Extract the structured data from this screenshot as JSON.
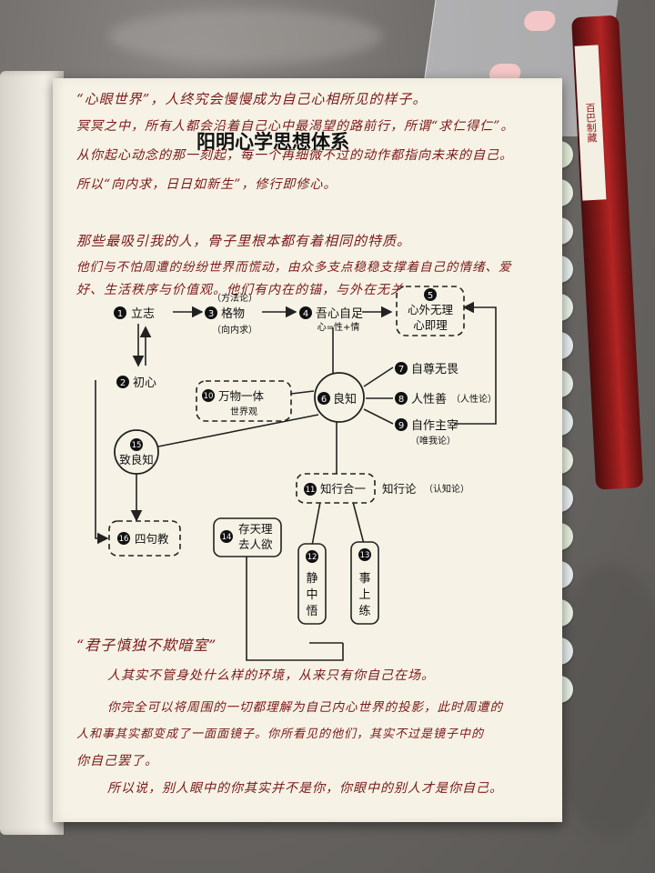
{
  "pen": {
    "brand": "百巴制藏"
  },
  "notes_top": [
    "“心眼世界”，人终究会慢慢成为自己心相所见的样子。",
    "冥冥之中，所有人都会沿着自己心中最渴望的路前行，所谓“求仁得仁”。",
    "从你起心动念的那一刻起，每一个再细微不过的动作都指向未来的自己。",
    "所以“向内求，日日如新生”，修行即修心。"
  ],
  "diagram_title": "阳明心学思想体系",
  "notes_mid": [
    "那些最吸引我的人，骨子里根本都有着相同的特质。",
    "他们与不怕周遭的纷纷世界而慌动，由众多支点稳稳支撑着自己的情绪、爱",
    "好、生活秩序与价值观。他们有内在的锚，与外在无关。"
  ],
  "nodes": {
    "n1": {
      "num": "1",
      "label": "立志"
    },
    "n2": {
      "num": "2",
      "label": "初心"
    },
    "n3": {
      "num": "3",
      "label": "格物",
      "above": "（方法论）",
      "below": "（向内求）"
    },
    "n4": {
      "num": "4",
      "label": "吾心自足",
      "below": "心=性+情"
    },
    "n5": {
      "num": "5",
      "line1": "心外无理",
      "line2": "心即理"
    },
    "n6": {
      "num": "6",
      "label": "良知"
    },
    "n7": {
      "num": "7",
      "label": "自尊无畏"
    },
    "n8": {
      "num": "8",
      "label": "人性善",
      "note": "（人性论）"
    },
    "n9": {
      "num": "9",
      "label": "自作主宰",
      "below": "（唯我论）"
    },
    "n10": {
      "num": "10",
      "label": "万物一体",
      "below": "世界观"
    },
    "n11": {
      "num": "11",
      "label": "知行合一",
      "side": "知行论",
      "side_note": "（认知论）"
    },
    "n12": {
      "num": "12",
      "chars": [
        "静",
        "中",
        "悟"
      ]
    },
    "n13": {
      "num": "13",
      "chars": [
        "事",
        "上",
        "练"
      ]
    },
    "n14": {
      "num": "14",
      "line1": "存天理",
      "line2": "去人欲"
    },
    "n15": {
      "num": "15",
      "label": "致良知"
    },
    "n16": {
      "num": "16",
      "label": "四句教"
    }
  },
  "notes_bottom": [
    "“君子慎独不欺暗室”",
    "人其实不管身处什么样的环境，从来只有你自己在场。",
    "你完全可以将周围的一切都理解为自己内心世界的投影，此时周遭的",
    "人和事其实都变成了一面面镜子。你所看见的他们，其实不过是镜子中的",
    "你自己罢了。",
    "所以说，别人眼中的你其实并不是你，你眼中的别人才是你自己。"
  ],
  "colors": {
    "ink": "#7a1818",
    "paper": "#f6f3e6",
    "pen": "#a11f1f"
  }
}
